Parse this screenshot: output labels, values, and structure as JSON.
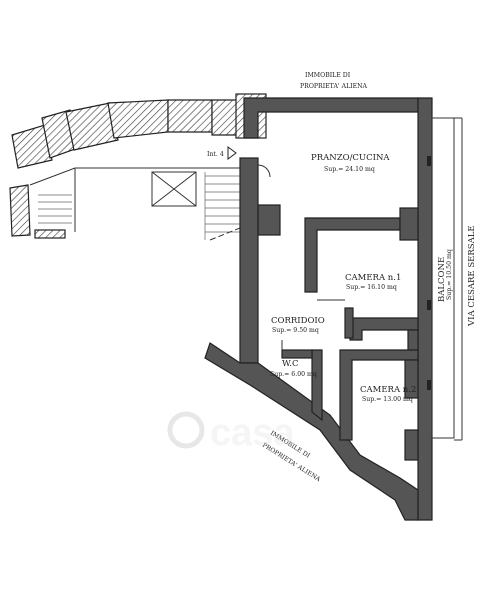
{
  "neighbor_top": {
    "line1": "IMMOBILE DI",
    "line2": "PROPRIETA' ALIENA"
  },
  "neighbor_bottom": {
    "line1": "IMMOBILE DI",
    "line2": "PROPRIETA' ALIENA"
  },
  "street": "VIA CESARE SERSALE",
  "entrance": "Int. 4",
  "rooms": {
    "pranzo": {
      "name": "PRANZO/CUCINA",
      "area": "Sup.= 24.10 mq"
    },
    "camera1": {
      "name": "CAMERA n.1",
      "area": "Sup.= 16.10 mq"
    },
    "corridoio": {
      "name": "CORRIDOIO",
      "area": "Sup.= 9.50 mq"
    },
    "wc": {
      "name": "W.C",
      "area": "Sup.= 6.00 mq"
    },
    "camera2": {
      "name": "CAMERA n.2",
      "area": "Sup.= 13.00 mq"
    },
    "balcone": {
      "name": "BALCONE",
      "area": "Sup.= 10.50 mq"
    }
  },
  "watermark": "casa"
}
